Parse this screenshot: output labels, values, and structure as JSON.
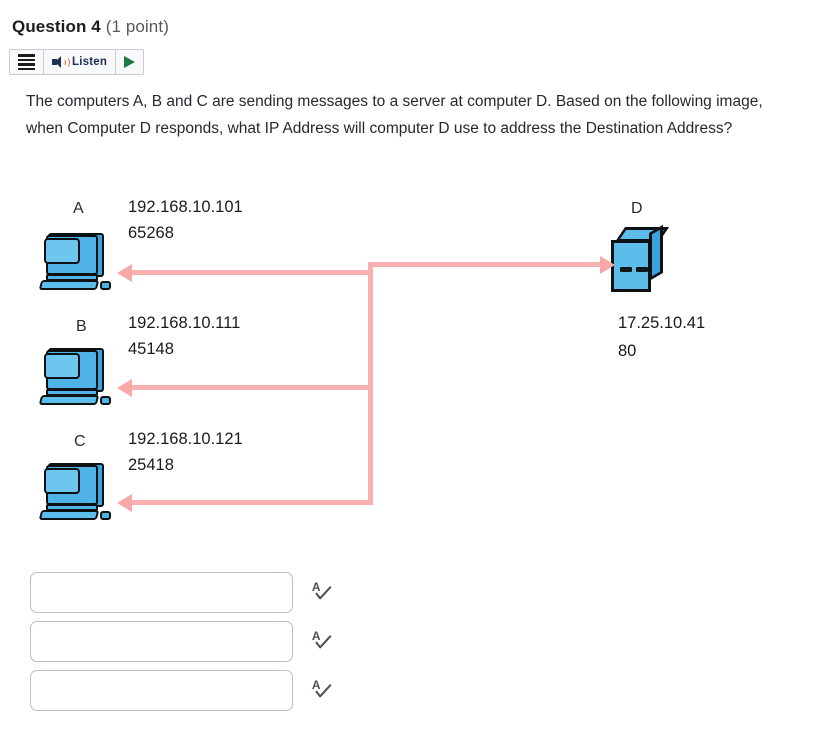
{
  "header": {
    "question_label": "Question 4",
    "points": "(1 point)"
  },
  "listen_toolbar": {
    "menu_icon": "hamburger-menu-icon",
    "speaker_icon": "speaker-icon",
    "listen_label": "Listen",
    "play_icon": "play-triangle-icon"
  },
  "question": {
    "text": "The computers A, B and C are sending messages to a server at computer D. Based on the following image, when Computer D responds, what IP Address will computer D use to address the Destination Address?"
  },
  "diagram": {
    "nodes": [
      {
        "label": "A",
        "icon": "desktop-computer-icon",
        "ip": "192.168.10.101",
        "port": "65268"
      },
      {
        "label": "B",
        "icon": "desktop-computer-icon",
        "ip": "192.168.10.111",
        "port": "45148"
      },
      {
        "label": "C",
        "icon": "desktop-computer-icon",
        "ip": "192.168.10.121",
        "port": "25418"
      }
    ],
    "server": {
      "label": "D",
      "icon": "server-tower-icon",
      "ip": "17.25.10.41",
      "port": "80"
    },
    "link_color": "#f9b0b0"
  },
  "answers": {
    "fields": [
      {
        "value": "",
        "placeholder": "",
        "spell_icon": "spellcheck-icon"
      },
      {
        "value": "",
        "placeholder": "",
        "spell_icon": "spellcheck-icon"
      },
      {
        "value": "",
        "placeholder": "",
        "spell_icon": "spellcheck-icon"
      }
    ]
  }
}
